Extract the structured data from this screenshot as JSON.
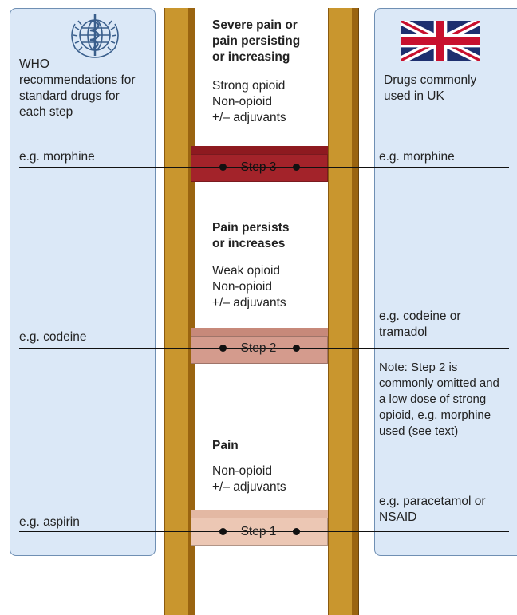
{
  "left_panel": {
    "heading_lines": [
      "WHO",
      "recommendations for",
      "standard drugs for",
      "each step"
    ],
    "logo": "who-emblem-icon",
    "examples": {
      "step3": "e.g. morphine",
      "step2": "e.g. codeine",
      "step1": "e.g. aspirin"
    }
  },
  "right_panel": {
    "heading_lines": [
      "Drugs commonly",
      "used in UK"
    ],
    "flag": "uk-flag-icon",
    "step3": "e.g. morphine",
    "step2_lines": [
      "e.g. codeine or",
      "tramadol"
    ],
    "note_lines": [
      "Note: Step 2 is",
      "commonly omitted and",
      "a low dose of strong",
      "opioid, e.g. morphine",
      "used (see text)"
    ],
    "step1_lines": [
      "e.g. paracetamol or",
      "NSAID"
    ]
  },
  "ladder": {
    "step3": {
      "label": "Step 3",
      "title_lines": [
        "Severe pain or",
        "pain persisting",
        "or increasing"
      ],
      "drug_lines": [
        "Strong opioid",
        "Non-opioid",
        "+/– adjuvants"
      ]
    },
    "step2": {
      "label": "Step 2",
      "title_lines": [
        "Pain persists",
        "or increases"
      ],
      "drug_lines": [
        "Weak opioid",
        "Non-opioid",
        "+/– adjuvants"
      ]
    },
    "step1": {
      "label": "Step 1",
      "title_lines": [
        "Pain"
      ],
      "drug_lines": [
        "Non-opioid",
        "+/– adjuvants"
      ]
    }
  },
  "colors": {
    "panel_fill": "#dbe8f7",
    "rail_wood": "#c9962e",
    "step3_rung": "#a3232a",
    "step2_rung": "#d49b8d",
    "step1_rung": "#ecc7b4"
  }
}
